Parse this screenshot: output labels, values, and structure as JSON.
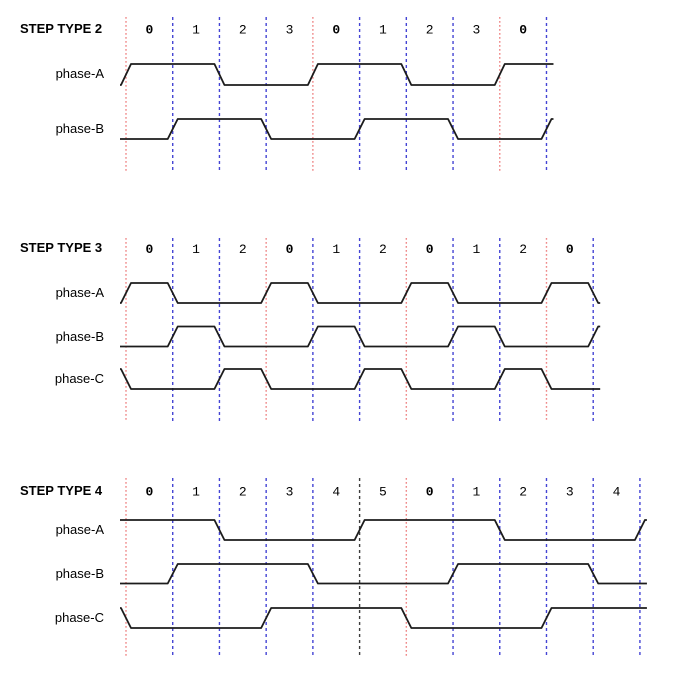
{
  "colors": {
    "red": "#ef8a8a",
    "blue": "#4444d4",
    "black": "#3d3d3d",
    "waveform": "#1c1c1c",
    "text": "#000000"
  },
  "sections": [
    {
      "title": "STEP TYPE 2",
      "steps": [
        {
          "label": "0",
          "bold": true
        },
        {
          "label": "1",
          "bold": false
        },
        {
          "label": "2",
          "bold": false
        },
        {
          "label": "3",
          "bold": false
        },
        {
          "label": "0",
          "bold": true
        },
        {
          "label": "1",
          "bold": false
        },
        {
          "label": "2",
          "bold": false
        },
        {
          "label": "3",
          "bold": false
        },
        {
          "label": "0",
          "bold": true
        }
      ],
      "boundary_colors": [
        "red",
        "blue",
        "blue",
        "blue",
        "red",
        "blue",
        "blue",
        "blue",
        "red",
        "blue"
      ],
      "phases": [
        {
          "label": "phase-A",
          "pre": 0,
          "levels": [
            1,
            1,
            0,
            0,
            1,
            1,
            0,
            0,
            1
          ],
          "post": 1
        },
        {
          "label": "phase-B",
          "pre": 0,
          "levels": [
            0,
            1,
            1,
            0,
            0,
            1,
            1,
            0,
            0
          ],
          "post": 1
        }
      ]
    },
    {
      "title": "STEP TYPE 3",
      "steps": [
        {
          "label": "0",
          "bold": true
        },
        {
          "label": "1",
          "bold": false
        },
        {
          "label": "2",
          "bold": false
        },
        {
          "label": "0",
          "bold": true
        },
        {
          "label": "1",
          "bold": false
        },
        {
          "label": "2",
          "bold": false
        },
        {
          "label": "0",
          "bold": true
        },
        {
          "label": "1",
          "bold": false
        },
        {
          "label": "2",
          "bold": false
        },
        {
          "label": "0",
          "bold": true
        }
      ],
      "boundary_colors": [
        "red",
        "blue",
        "blue",
        "red",
        "blue",
        "blue",
        "red",
        "blue",
        "blue",
        "red",
        "blue"
      ],
      "phases": [
        {
          "label": "phase-A",
          "pre": 0,
          "levels": [
            1,
            0,
            0,
            1,
            0,
            0,
            1,
            0,
            0,
            1
          ],
          "post": 0
        },
        {
          "label": "phase-B",
          "pre": 0,
          "levels": [
            0,
            1,
            0,
            0,
            1,
            0,
            0,
            1,
            0,
            0
          ],
          "post": 1
        },
        {
          "label": "phase-C",
          "pre": 1,
          "levels": [
            0,
            0,
            1,
            0,
            0,
            1,
            0,
            0,
            1,
            0
          ],
          "post": 0
        }
      ]
    },
    {
      "title": "STEP TYPE 4",
      "steps": [
        {
          "label": "0",
          "bold": true
        },
        {
          "label": "1",
          "bold": false
        },
        {
          "label": "2",
          "bold": false
        },
        {
          "label": "3",
          "bold": false
        },
        {
          "label": "4",
          "bold": false
        },
        {
          "label": "5",
          "bold": false
        },
        {
          "label": "0",
          "bold": true
        },
        {
          "label": "1",
          "bold": false
        },
        {
          "label": "2",
          "bold": false
        },
        {
          "label": "3",
          "bold": false
        },
        {
          "label": "4",
          "bold": false
        }
      ],
      "boundary_colors": [
        "red",
        "blue",
        "blue",
        "blue",
        "blue",
        "black",
        "red",
        "blue",
        "blue",
        "blue",
        "blue",
        "blue"
      ],
      "phases": [
        {
          "label": "phase-A",
          "pre": 1,
          "levels": [
            1,
            1,
            0,
            0,
            0,
            1,
            1,
            1,
            0,
            0,
            0
          ],
          "post": 1
        },
        {
          "label": "phase-B",
          "pre": 0,
          "levels": [
            0,
            1,
            1,
            1,
            0,
            0,
            0,
            1,
            1,
            1,
            0
          ],
          "post": 0
        },
        {
          "label": "phase-C",
          "pre": 1,
          "levels": [
            0,
            0,
            0,
            1,
            1,
            1,
            0,
            0,
            0,
            1,
            1
          ],
          "post": 1
        }
      ]
    }
  ]
}
